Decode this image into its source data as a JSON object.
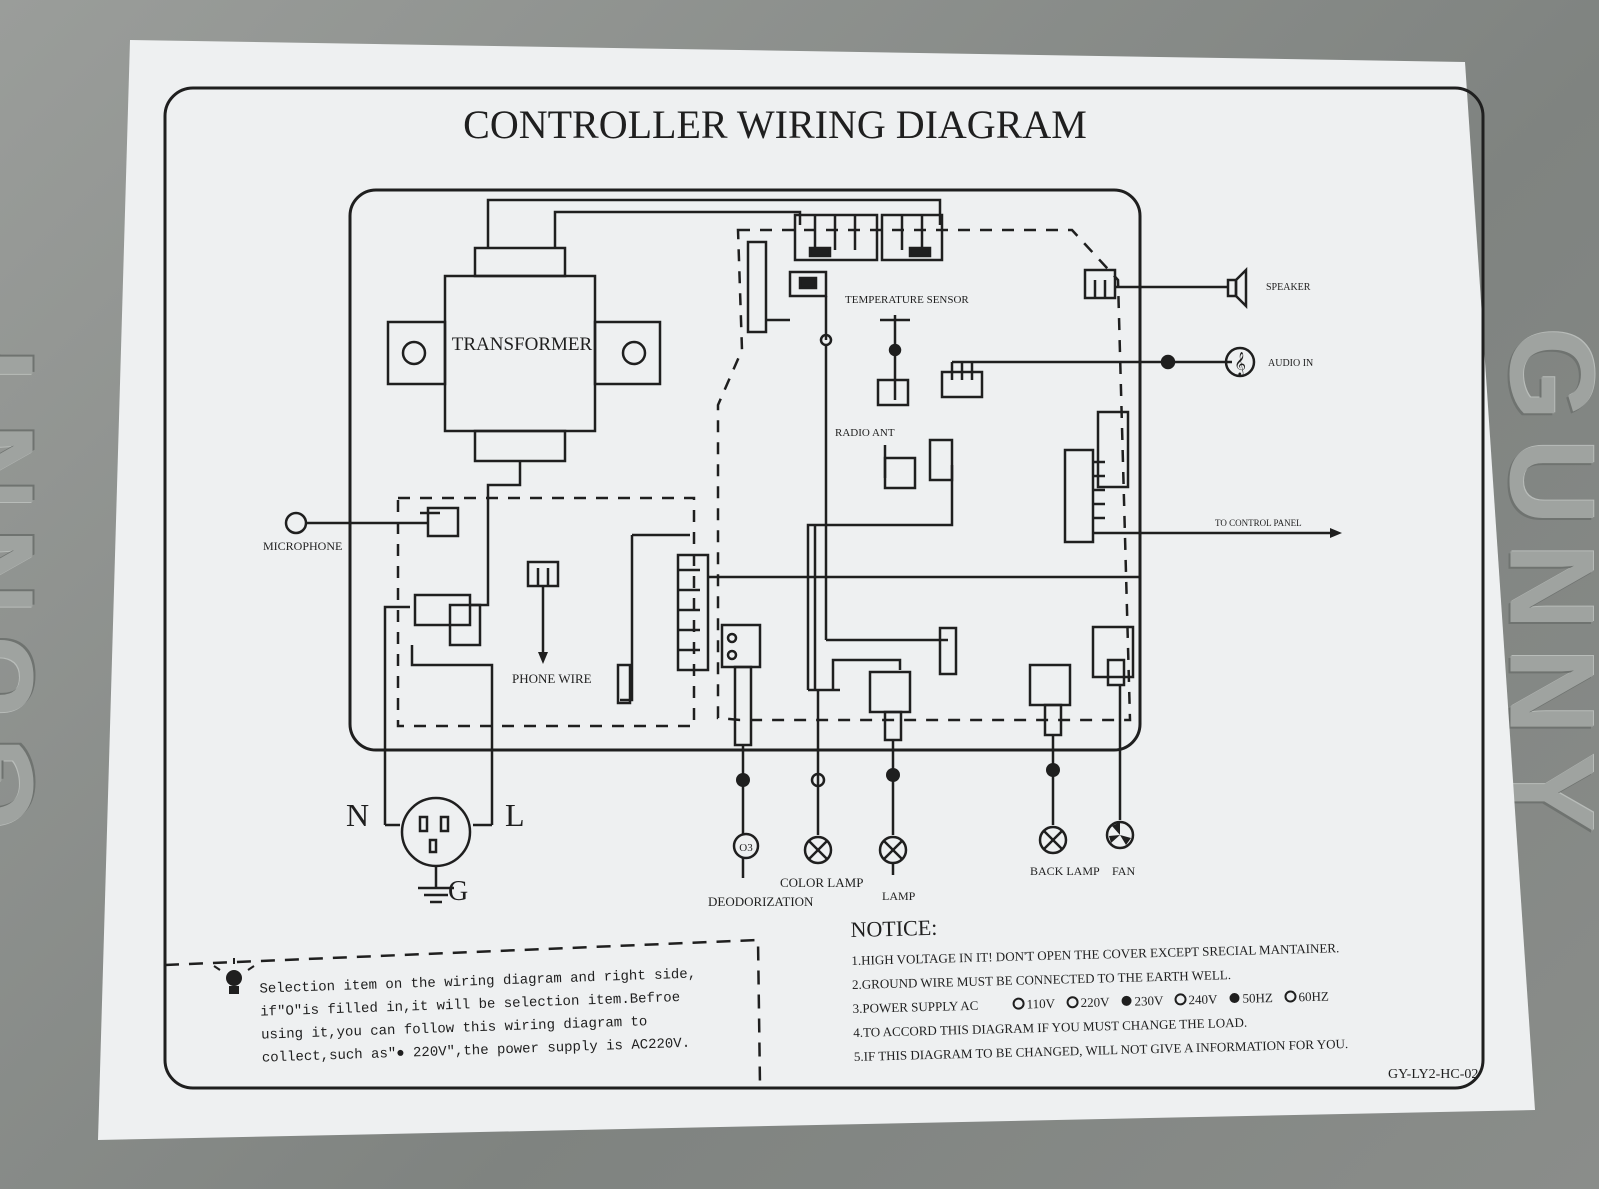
{
  "brand": "GUNNY",
  "title": "CONTROLLER WIRING DIAGRAM",
  "labels": {
    "transformer": "TRANSFORMER",
    "microphone": "MICROPHONE",
    "phone_wire": "PHONE WIRE",
    "temperature_sensor": "TEMPERATURE SENSOR",
    "radio_ant": "RADIO ANT",
    "speaker": "SPEAKER",
    "audio_in": "AUDIO IN",
    "to_control_panel": "TO CONTROL PANEL",
    "neutral": "N",
    "live": "L",
    "ground": "G",
    "o3": "O3",
    "deodorization": "DEODORIZATION",
    "color_lamp": "COLOR LAMP",
    "lamp": "LAMP",
    "back_lamp": "BACK LAMP",
    "fan": "FAN"
  },
  "notice": {
    "heading": "NOTICE:",
    "items": [
      "1.HIGH VOLTAGE IN IT! DON'T OPEN THE COVER EXCEPT SRECIAL MANTAINER.",
      "2.GROUND WIRE MUST BE CONNECTED TO THE EARTH WELL.",
      "3.POWER SUPPLY AC",
      "4.TO ACCORD THIS DIAGRAM IF YOU MUST CHANGE THE LOAD.",
      "5.IF THIS DIAGRAM TO BE CHANGED, WILL NOT GIVE A INFORMATION FOR YOU."
    ],
    "power_options": [
      "110V",
      "220V",
      "230V",
      "240V",
      "50HZ",
      "60HZ"
    ]
  },
  "selection_note": {
    "lines": [
      "Selection item on the wiring diagram and right side,",
      "if\"O\"is filled in,it will be selection item.Befroe",
      "using it,you can follow this wiring diagram to",
      "collect,such as\"● 220V\",the power supply is AC220V."
    ]
  },
  "model_code": "GY-LY2-HC-02",
  "colors": {
    "ink": "#1f1f1f",
    "paper": "#eef0f1",
    "housing": "#8c8f8c"
  }
}
